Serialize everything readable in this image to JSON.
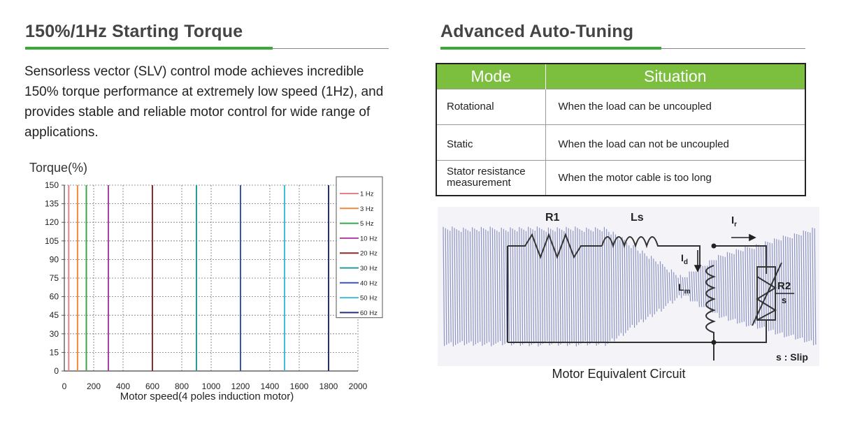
{
  "left_section": {
    "title": "150%/1Hz Starting Torque",
    "description": "Sensorless vector (SLV) control mode achieves incredible 150% torque performance at extremely low speed (1Hz), and provides stable and reliable motor control for wide range of applications."
  },
  "right_section": {
    "title": "Advanced Auto-Tuning",
    "table": {
      "headers": [
        "Mode",
        "Situation"
      ],
      "rows": [
        {
          "mode": "Rotational",
          "situation": "When the load can be uncoupled"
        },
        {
          "mode": "Static",
          "situation": "When the load can not be uncoupled"
        },
        {
          "mode": "Stator resistance measurement",
          "situation": "When the motor cable is too long"
        }
      ]
    },
    "circuit": {
      "labels": {
        "r1": "R1",
        "ls": "Ls",
        "ir": "I",
        "ir_sub": "r",
        "id": "I",
        "id_sub": "d",
        "lm": "L",
        "lm_sub": "m",
        "r2": "R2",
        "s": "s",
        "slip_note": "s : Slip"
      },
      "caption": "Motor Equivalent Circuit"
    }
  },
  "chart_data": {
    "type": "line",
    "ylabel": "Torque(%)",
    "xlabel": "Motor speed(4 poles induction motor)",
    "xlim": [
      0,
      2000
    ],
    "ylim": [
      0,
      150
    ],
    "x_ticks": [
      0,
      200,
      400,
      600,
      800,
      1000,
      1200,
      1400,
      1600,
      1800,
      2000
    ],
    "y_ticks": [
      0,
      15,
      30,
      45,
      60,
      75,
      90,
      105,
      120,
      135,
      150
    ],
    "grid": true,
    "legend_position": "top-right",
    "series": [
      {
        "name": "1 Hz",
        "color": "#e8808a",
        "x": [
          30,
          30
        ],
        "y": [
          0,
          150
        ]
      },
      {
        "name": "3 Hz",
        "color": "#f08a3a",
        "x": [
          90,
          90
        ],
        "y": [
          0,
          150
        ]
      },
      {
        "name": "5 Hz",
        "color": "#3aa64a",
        "x": [
          150,
          150
        ],
        "y": [
          0,
          150
        ]
      },
      {
        "name": "10 Hz",
        "color": "#a8409e",
        "x": [
          300,
          300
        ],
        "y": [
          0,
          150
        ]
      },
      {
        "name": "20 Hz",
        "color": "#8e2a2a",
        "x": [
          600,
          600
        ],
        "y": [
          0,
          150
        ]
      },
      {
        "name": "30 Hz",
        "color": "#2a9a98",
        "x": [
          900,
          900
        ],
        "y": [
          0,
          150
        ]
      },
      {
        "name": "40 Hz",
        "color": "#3a56a8",
        "x": [
          1200,
          1200
        ],
        "y": [
          0,
          150
        ]
      },
      {
        "name": "50 Hz",
        "color": "#3ec0dc",
        "x": [
          1500,
          1500
        ],
        "y": [
          0,
          150
        ]
      },
      {
        "name": "60 Hz",
        "color": "#26307a",
        "x": [
          1800,
          1800
        ],
        "y": [
          0,
          150
        ]
      }
    ]
  }
}
